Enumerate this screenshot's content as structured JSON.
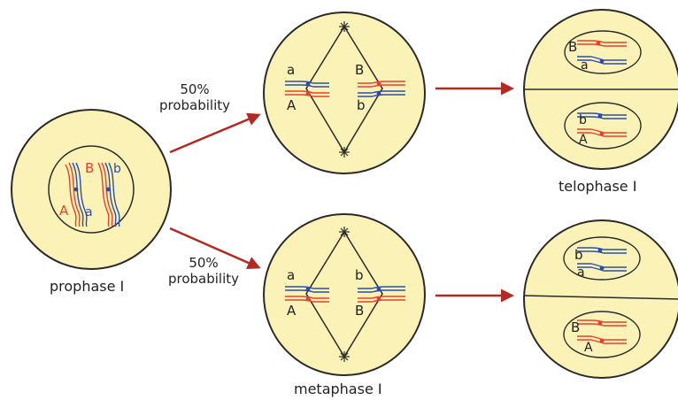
{
  "labels": {
    "prophase": "prophase I",
    "metaphase": "metaphase I",
    "telophase": "telophase I",
    "prob_top": [
      "50%",
      "probability"
    ],
    "prob_bottom": [
      "50%",
      "probability"
    ]
  },
  "alleles": {
    "prophase": {
      "A": "A",
      "B": "B",
      "a": "a",
      "b": "b"
    },
    "meta_top": {
      "left_top": "a",
      "left_bottom": "A",
      "right_top": "B",
      "right_bottom": "b"
    },
    "meta_bottom": {
      "left_top": "a",
      "left_bottom": "A",
      "right_top": "b",
      "right_bottom": "B"
    },
    "telo_top": {
      "upper_top": "B",
      "upper_bottom": "a",
      "lower_top": "b",
      "lower_bottom": "A"
    },
    "telo_bottom": {
      "upper_top": "b",
      "upper_bottom": "a",
      "lower_top": "B",
      "lower_bottom": "A"
    }
  },
  "colors": {
    "cell_fill": "#fbf2b8",
    "cell_stroke": "#2a2a2a",
    "red": "#e8402a",
    "blue": "#2d4ea8",
    "arrow": "#b32a22"
  }
}
